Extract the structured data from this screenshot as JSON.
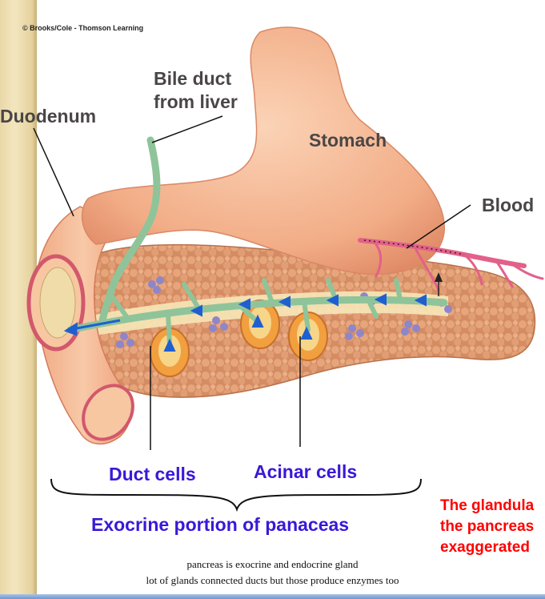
{
  "copyright": "© Brooks/Cole - Thomson Learning",
  "labels": {
    "bile_duct_line1": "Bile duct",
    "bile_duct_line2": "from liver",
    "duodenum": "Duodenum",
    "stomach": "Stomach",
    "blood": "Blood",
    "duct_cells": "Duct cells",
    "acinar_cells": "Acinar cells",
    "exocrine": "Exocrine portion of panaceas"
  },
  "red_note": {
    "line1": "The glandula",
    "line2": "the pancreas",
    "line3": "exaggerated"
  },
  "notes": {
    "line1": "pancreas is exocrine and endocrine gland",
    "line2": "lot of glands connected ducts but those produce enzymes too"
  },
  "colors": {
    "label_gray": "#4a4646",
    "label_blue": "#3a18d8",
    "note_red": "#ff0000",
    "organ_peach": "#f3b38e",
    "pancreas_tan": "#d9966d",
    "duct_green": "#8fc49a",
    "duct_arrow_blue": "#1f5fd0",
    "blood_vessel": "#e2608a"
  }
}
